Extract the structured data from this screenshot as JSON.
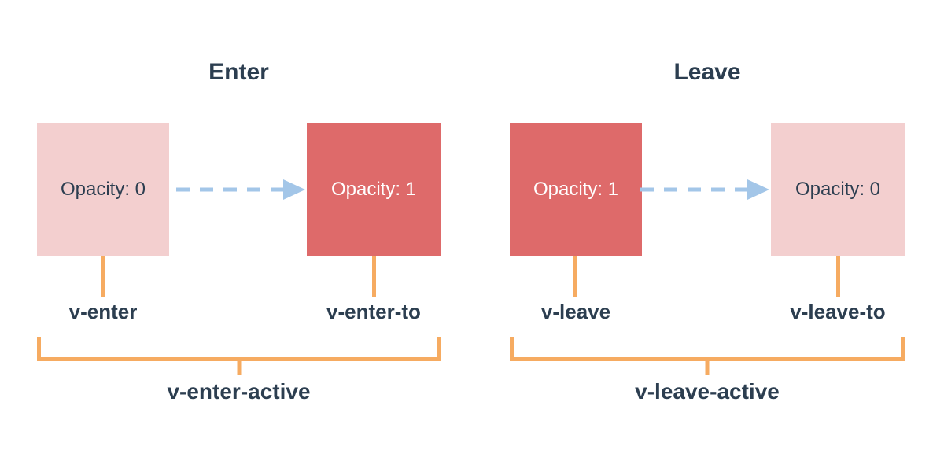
{
  "colors": {
    "box_strong": "#de6a6a",
    "box_faded": "#f3cfcf",
    "arrow_color": "#a3c6e8",
    "connector_color": "#f6ab61",
    "text_dark": "#2c3e50",
    "box_text_light": "#ffffff",
    "bg": "#ffffff"
  },
  "icons": {
    "arrow": "dashed-arrow-right"
  },
  "sections": [
    {
      "id": "enter",
      "title": "Enter",
      "start_box": {
        "label": "Opacity: 0",
        "style": "faded"
      },
      "end_box": {
        "label": "Opacity: 1",
        "style": "strong"
      },
      "start_class": "v-enter",
      "end_class": "v-enter-to",
      "active_class": "v-enter-active"
    },
    {
      "id": "leave",
      "title": "Leave",
      "start_box": {
        "label": "Opacity: 1",
        "style": "strong"
      },
      "end_box": {
        "label": "Opacity: 0",
        "style": "faded"
      },
      "start_class": "v-leave",
      "end_class": "v-leave-to",
      "active_class": "v-leave-active"
    }
  ]
}
